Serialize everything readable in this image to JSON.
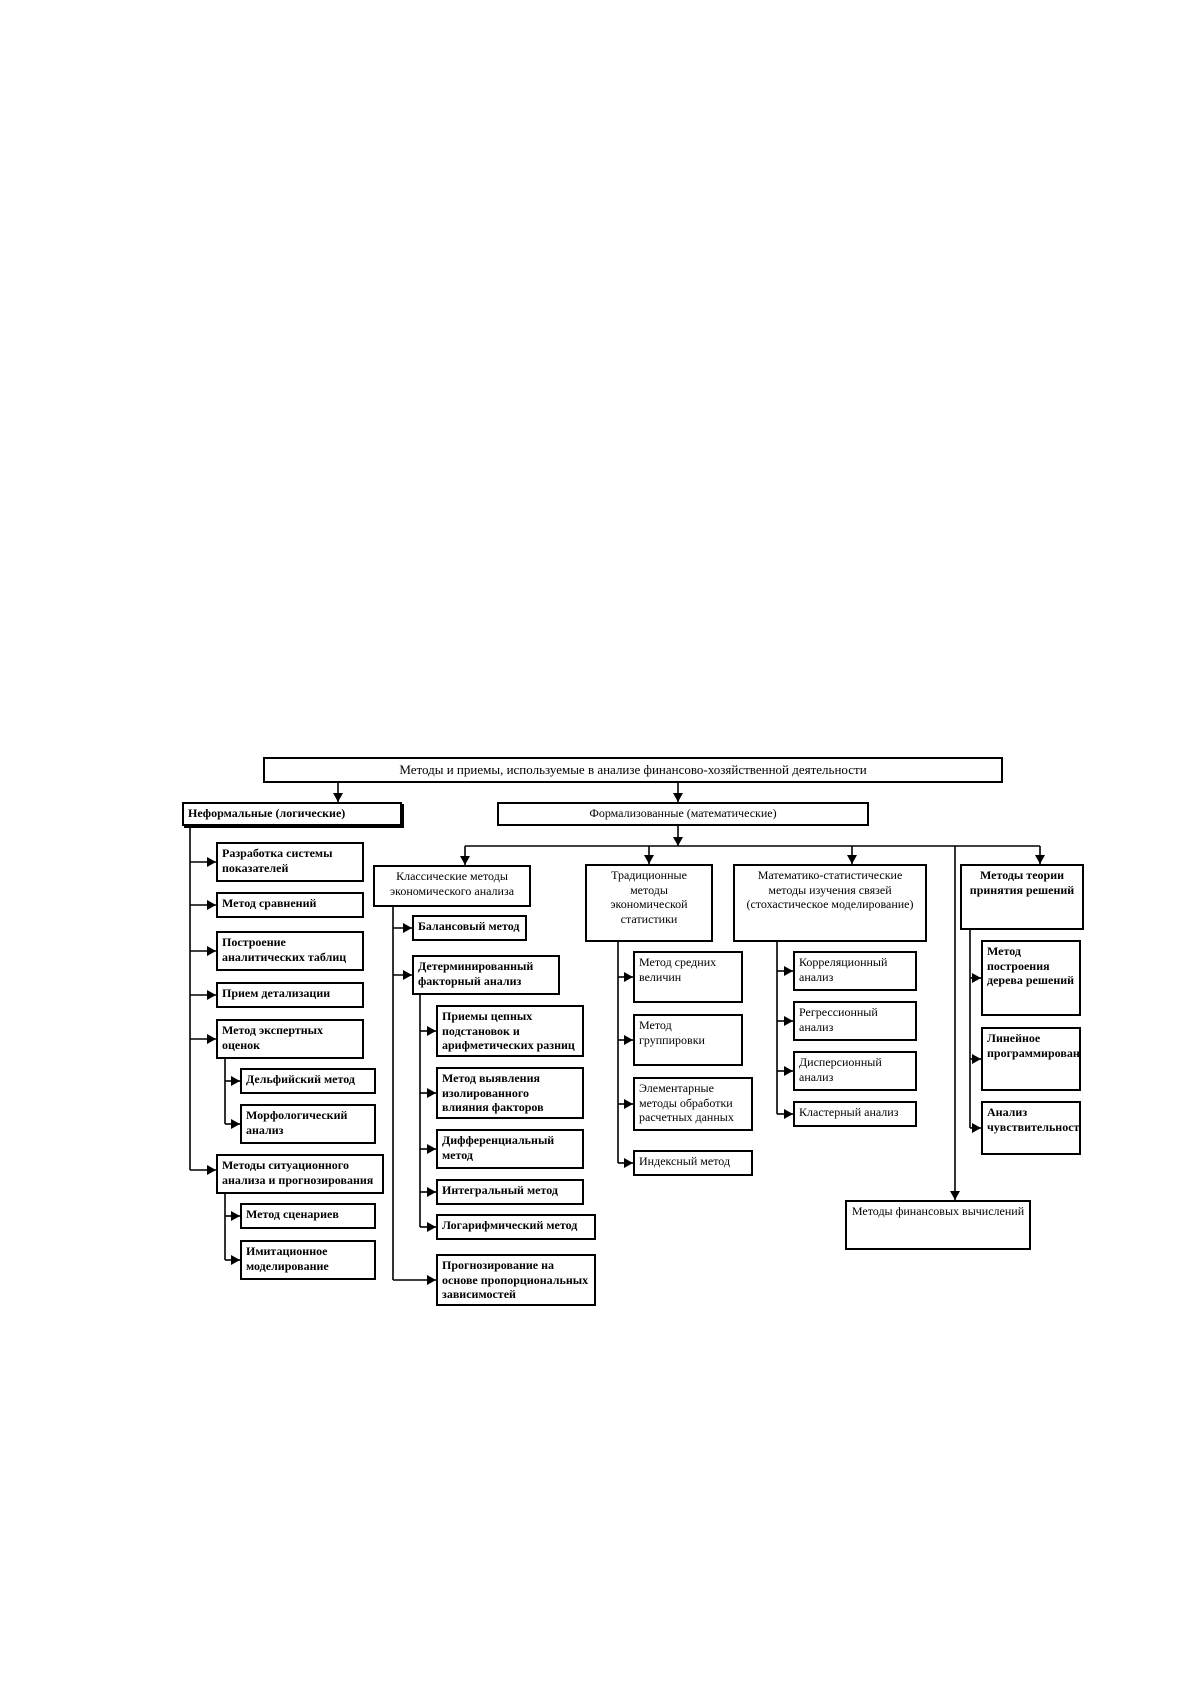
{
  "diagram": {
    "title": "Методы и приемы, используемые в анализе финансово-хозяйственной деятельности",
    "informal": {
      "label": "Неформальные (логические)",
      "items": [
        "Разработка системы показателей",
        "Метод сравнений",
        "Построение аналитических таблиц",
        "Прием детализации",
        "Метод экспертных оценок",
        "Дельфийский метод",
        "Морфологический анализ",
        "Методы ситуационного анализа и прогнозирования",
        "Метод сценариев",
        "Имитационное моделирование"
      ]
    },
    "formal": {
      "label": "Формализованные (математические)",
      "classic": {
        "label": "Классические методы экономического анализа",
        "items": [
          "Балансовый метод",
          "Детерминированный факторный анализ",
          "Приемы цепных подстановок и арифметических разниц",
          "Метод выявления изолированного влияния факторов",
          "Дифференциальный метод",
          "Интегральный метод",
          "Логарифмический метод",
          "Прогнозирование на основе пропорциональных зависимостей"
        ]
      },
      "traditional": {
        "label": "Традиционные методы экономической статистики",
        "items": [
          "Метод средних величин",
          "Метод группировки",
          "Элементарные методы обработки расчетных данных",
          "Индексный метод"
        ]
      },
      "mathstat": {
        "label": "Математико-статистические методы изучения связей (стохастическое моделирование)",
        "items": [
          "Корреляционный анализ",
          "Регрессионный анализ",
          "Дисперсионный анализ",
          "Кластерный анализ"
        ]
      },
      "decision": {
        "label": "Методы теории принятия решений",
        "items": [
          "Метод построения дерева решений",
          "Линейное программирование",
          "Анализ чувствительности"
        ]
      },
      "financial": {
        "label": "Методы финансовых вычислений"
      }
    }
  }
}
